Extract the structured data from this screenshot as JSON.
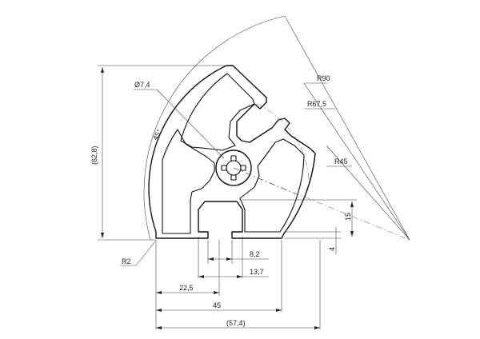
{
  "drawing": {
    "labels": {
      "hole_dia": "Ø7,4",
      "angle": "45°",
      "height": "(62,8)",
      "r90": "R90",
      "r675": "R67,5",
      "r45": "R45",
      "r2": "R2",
      "slot_depth": "15",
      "slot_lip": "4",
      "slot_width": "8,2",
      "slot_outer": "13,7",
      "half_width": "22,5",
      "width_45": "45",
      "total_width": "(57,4)"
    }
  }
}
